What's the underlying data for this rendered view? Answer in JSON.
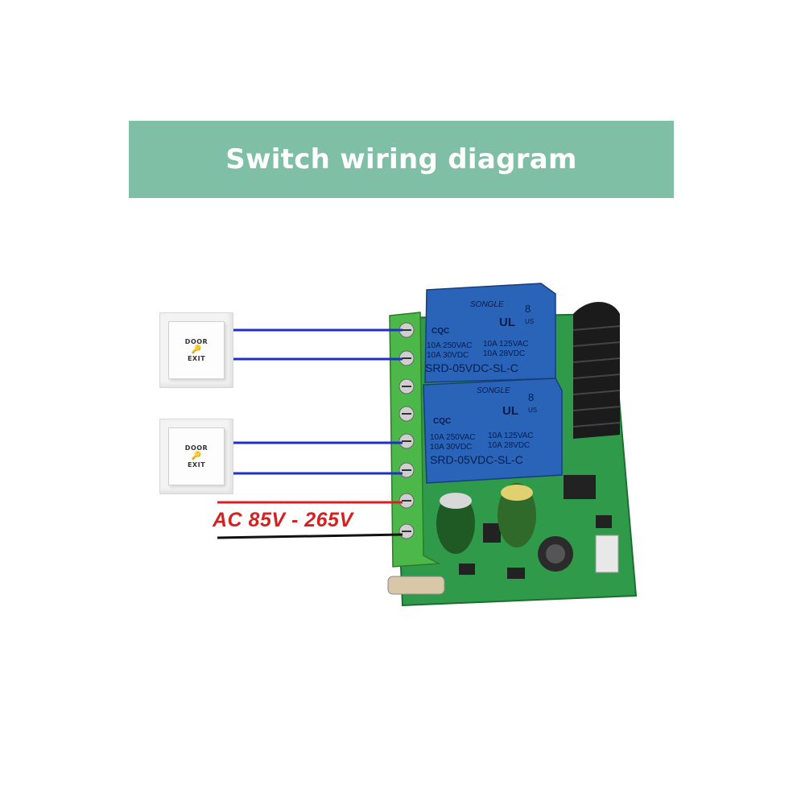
{
  "banner": {
    "title": "Switch wiring diagram"
  },
  "switches": [
    {
      "top_text": "DOOR",
      "key_glyph": "🔑",
      "bottom_text": "EXIT"
    },
    {
      "top_text": "DOOR",
      "key_glyph": "🔑",
      "bottom_text": "EXIT"
    }
  ],
  "power": {
    "label": "AC 85V - 265V"
  },
  "relays": [
    {
      "brand": "SONGLE",
      "rating_left_1": "10A 250VAC",
      "rating_right_1": "10A 125VAC",
      "rating_left_2": "10A 30VDC",
      "rating_right_2": "10A 28VDC",
      "model": "SRD-05VDC-SL-C",
      "cert": "CQC",
      "ul": "UL",
      "us": "US",
      "mark_number": "8"
    },
    {
      "brand": "SONGLE",
      "rating_left_1": "10A 250VAC",
      "rating_right_1": "10A 125VAC",
      "rating_left_2": "10A 30VDC",
      "rating_right_2": "10A 28VDC",
      "model": "SRD-05VDC-SL-C",
      "cert": "CQC",
      "ul": "UL",
      "us": "US",
      "mark_number": "8"
    }
  ],
  "colors": {
    "banner": "#7fbfa6",
    "signal_wire": "#1f2fc8",
    "live_wire": "#d42121",
    "neutral_wire": "#111111",
    "pcb": "#2f9a4a",
    "terminal": "#4cb84a",
    "relay": "#2a64b8"
  }
}
